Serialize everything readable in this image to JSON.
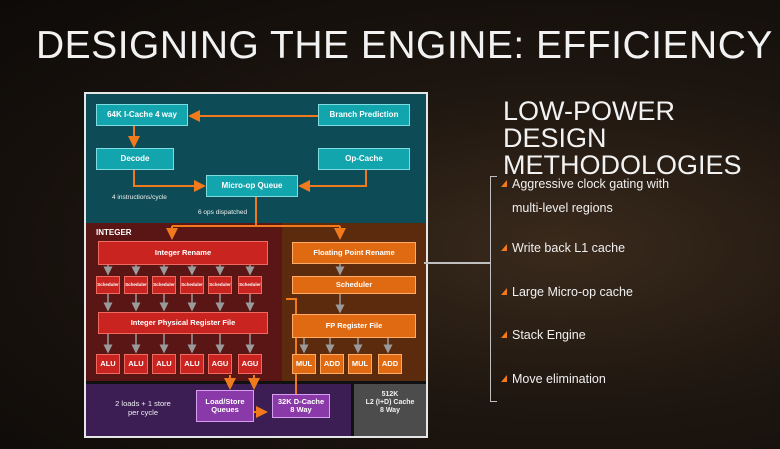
{
  "title": "DESIGNING THE ENGINE: EFFICIENCY",
  "right_heading_line1": "LOW-POWER DESIGN",
  "right_heading_line2": "METHODOLOGIES",
  "bullets": [
    {
      "line1": "Aggressive clock gating with",
      "line2": "multi-level regions"
    },
    {
      "line1": "Write back L1 cache"
    },
    {
      "line1": "Large Micro-op cache"
    },
    {
      "line1": "Stack Engine"
    },
    {
      "line1": "Move elimination"
    }
  ],
  "diagram": {
    "icache": "64K I-Cache 4 way",
    "branch": "Branch Prediction",
    "decode": "Decode",
    "opcache": "Op-Cache",
    "microop": "Micro-op Queue",
    "instr_per_cycle": "4 instructions/cycle",
    "ops_dispatched": "6 ops dispatched",
    "integer_label": "INTEGER",
    "int_rename": "Integer Rename",
    "scheduler_small": "Scheduler",
    "int_regfile": "Integer Physical Register File",
    "alu": "ALU",
    "agu": "AGU",
    "fp_rename": "Floating Point Rename",
    "fp_scheduler": "Scheduler",
    "fp_regfile": "FP Register File",
    "mul": "MUL",
    "add": "ADD",
    "loads_line1": "2 loads + 1 store",
    "loads_line2": "per cycle",
    "lsq_line1": "Load/Store",
    "lsq_line2": "Queues",
    "dcache_line1": "32K D-Cache",
    "dcache_line2": "8 Way",
    "l2_line1": "512K",
    "l2_line2": "L2 (I+D) Cache",
    "l2_line3": "8 Way"
  },
  "colors": {
    "accent": "#f07a1c",
    "frontend": "#0d4c56",
    "integer": "#5a1614",
    "fp": "#5c2a0c",
    "loadstore": "#3c1e55"
  }
}
